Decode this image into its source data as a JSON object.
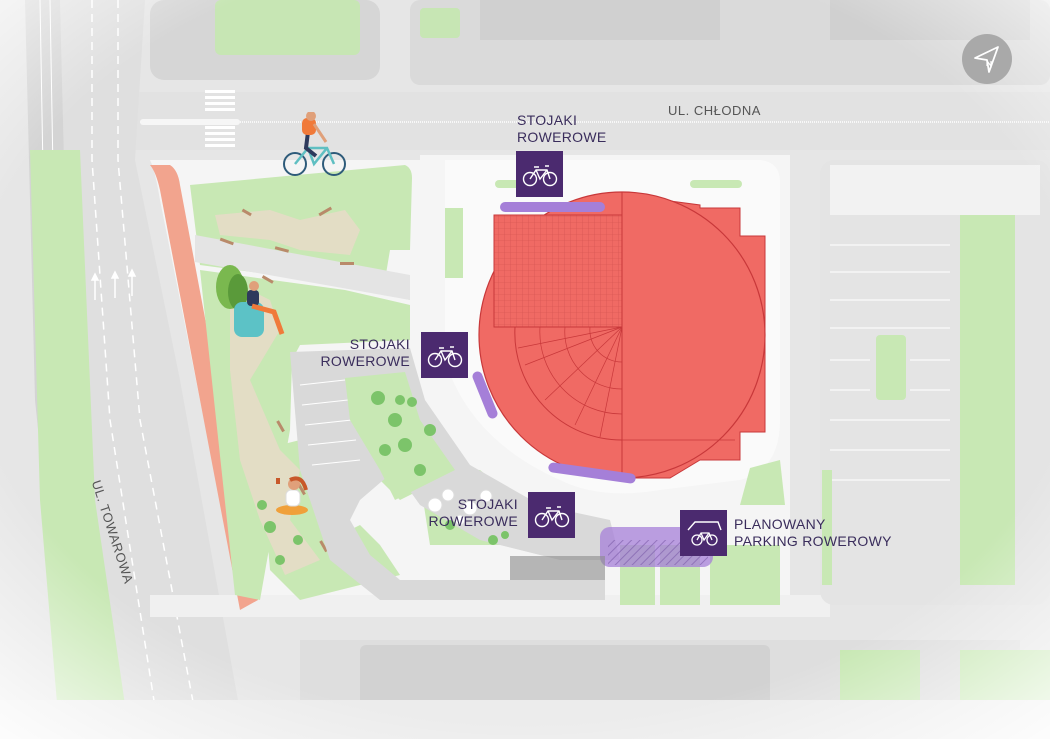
{
  "streets": {
    "chlodna": "UL. CHŁODNA",
    "towarowa": "UL. TOWAROWA"
  },
  "markers": {
    "top": {
      "line1": "STOJAKI",
      "line2": "ROWEROWE"
    },
    "left": {
      "line1": "STOJAKI",
      "line2": "ROWEROWE"
    },
    "bottom": {
      "line1": "STOJAKI",
      "line2": "ROWEROWE"
    },
    "planned": {
      "line1": "PLANOWANY",
      "line2": "PARKING ROWEROWY"
    }
  },
  "icons": {
    "bike_rack": "bicycle-icon",
    "planned_parking": "covered-bicycle-icon",
    "compass": "north-arrow-icon"
  },
  "colors": {
    "building": "#f06a64",
    "building_stroke": "#c8383a",
    "rack_marker_bg": "#4b2a6f",
    "rack_strip": "#a57fd8",
    "grass": "#c8e8b4",
    "bike_path": "#f2a48e",
    "road": "#dcdcdc",
    "label_text": "#3a2d5c"
  }
}
